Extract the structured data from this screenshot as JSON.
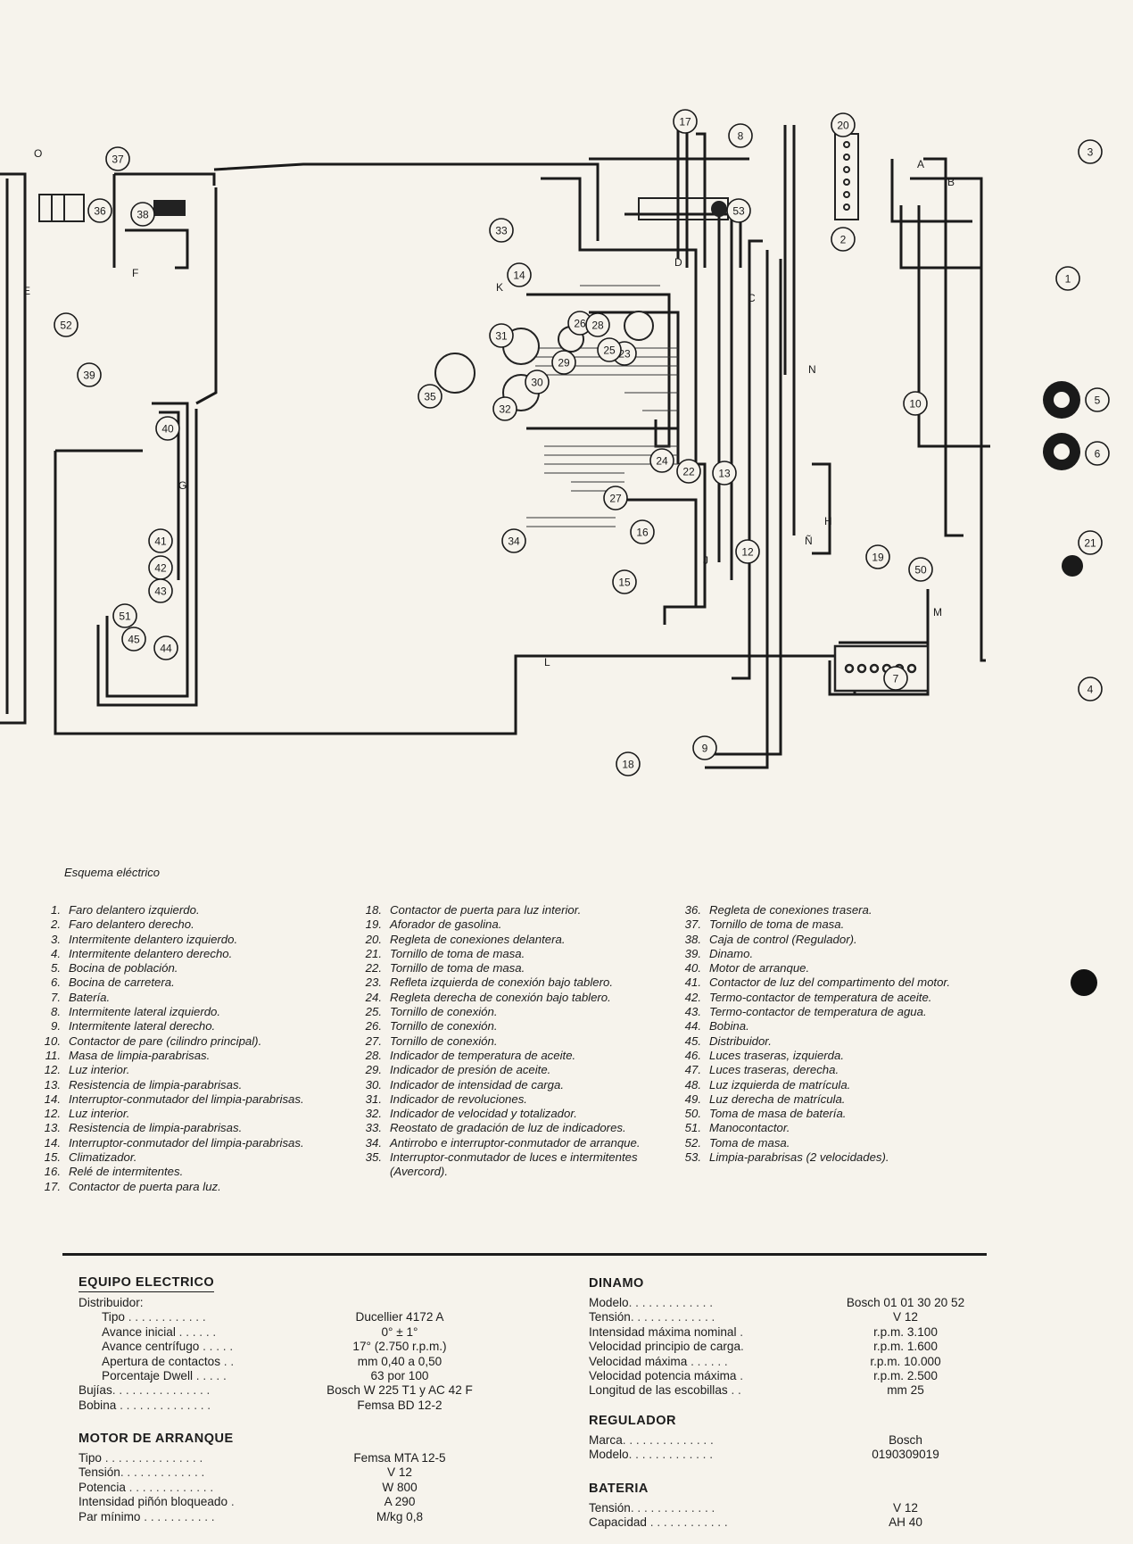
{
  "diagram": {
    "wire_letters": [
      "A",
      "B",
      "C",
      "D",
      "E",
      "F",
      "G",
      "H",
      "J",
      "K",
      "L",
      "M",
      "N",
      "Ñ",
      "O"
    ],
    "component_numbers": [
      "1",
      "2",
      "3",
      "4",
      "5",
      "6",
      "7",
      "8",
      "9",
      "10",
      "12",
      "13",
      "14",
      "15",
      "16",
      "17",
      "18",
      "19",
      "20",
      "21",
      "22",
      "23",
      "24",
      "25",
      "26",
      "27",
      "28",
      "29",
      "30",
      "31",
      "32",
      "33",
      "34",
      "35",
      "36",
      "37",
      "38",
      "39",
      "40",
      "41",
      "42",
      "43",
      "44",
      "45",
      "50",
      "51",
      "52",
      "53"
    ]
  },
  "caption": "Esquema eléctrico",
  "legend": {
    "col1": [
      {
        "num": "1.",
        "text": "Faro delantero izquierdo."
      },
      {
        "num": "2.",
        "text": "Faro delantero derecho."
      },
      {
        "num": "3.",
        "text": "Intermitente delantero izquierdo."
      },
      {
        "num": "4.",
        "text": "Intermitente delantero derecho."
      },
      {
        "num": "5.",
        "text": "Bocina de población."
      },
      {
        "num": "6.",
        "text": "Bocina de carretera."
      },
      {
        "num": "7.",
        "text": "Batería."
      },
      {
        "num": "8.",
        "text": "Intermitente lateral izquierdo."
      },
      {
        "num": "9.",
        "text": "Intermitente lateral derecho."
      },
      {
        "num": "10.",
        "text": "Contactor de pare (cilindro principal)."
      },
      {
        "num": "11.",
        "text": "Masa de limpia-parabrisas."
      },
      {
        "num": "12.",
        "text": "Luz interior."
      },
      {
        "num": "13.",
        "text": "Resistencia de limpia-parabrisas."
      },
      {
        "num": "14.",
        "text": "Interruptor-conmutador del limpia-parabrisas."
      },
      {
        "num": "12.",
        "text": "Luz interior."
      },
      {
        "num": "13.",
        "text": "Resistencia de limpia-parabrisas."
      },
      {
        "num": "14.",
        "text": "Interruptor-conmutador del limpia-parabrisas."
      },
      {
        "num": "15.",
        "text": "Climatizador."
      },
      {
        "num": "16.",
        "text": "Relé de intermitentes."
      },
      {
        "num": "17.",
        "text": "Contactor de puerta para luz."
      }
    ],
    "col2": [
      {
        "num": "18.",
        "text": "Contactor de puerta para luz interior."
      },
      {
        "num": "19.",
        "text": "Aforador de gasolina."
      },
      {
        "num": "20.",
        "text": "Regleta de conexiones delantera."
      },
      {
        "num": "21.",
        "text": "Tornillo de toma de masa."
      },
      {
        "num": "22.",
        "text": "Tornillo de toma de masa."
      },
      {
        "num": "23.",
        "text": "Refleta izquierda de conexión bajo tablero."
      },
      {
        "num": "24.",
        "text": "Regleta derecha de conexión bajo tablero."
      },
      {
        "num": "25.",
        "text": "Tornillo de conexión."
      },
      {
        "num": "26.",
        "text": "Tornillo de conexión."
      },
      {
        "num": "27.",
        "text": "Tornillo de conexión."
      },
      {
        "num": "28.",
        "text": "Indicador de temperatura de aceite."
      },
      {
        "num": "29.",
        "text": "Indicador de presión de aceite."
      },
      {
        "num": "30.",
        "text": "Indicador de intensidad de carga."
      },
      {
        "num": "31.",
        "text": "Indicador de revoluciones."
      },
      {
        "num": "32.",
        "text": "Indicador de velocidad y totalizador."
      },
      {
        "num": "33.",
        "text": "Reostato de gradación de luz de indicadores."
      },
      {
        "num": "34.",
        "text": "Antirrobo e interruptor-conmutador de arranque."
      },
      {
        "num": "35.",
        "text": "Interruptor-conmutador de luces e intermitentes (Avercord)."
      }
    ],
    "col3": [
      {
        "num": "36.",
        "text": "Regleta de conexiones trasera."
      },
      {
        "num": "37.",
        "text": "Tornillo de toma de masa."
      },
      {
        "num": "38.",
        "text": "Caja de control (Regulador)."
      },
      {
        "num": "39.",
        "text": "Dinamo."
      },
      {
        "num": "40.",
        "text": "Motor de arranque."
      },
      {
        "num": "41.",
        "text": "Contactor de luz del compartimento del motor."
      },
      {
        "num": "42.",
        "text": "Termo-contactor de temperatura de aceite."
      },
      {
        "num": "43.",
        "text": "Termo-contactor de temperatura de agua."
      },
      {
        "num": "44.",
        "text": "Bobina."
      },
      {
        "num": "45.",
        "text": "Distribuidor."
      },
      {
        "num": "46.",
        "text": "Luces traseras, izquierda."
      },
      {
        "num": "47.",
        "text": "Luces traseras, derecha."
      },
      {
        "num": "48.",
        "text": "Luz izquierda de matrícula."
      },
      {
        "num": "49.",
        "text": "Luz derecha de matrícula."
      },
      {
        "num": "50.",
        "text": "Toma de masa de batería."
      },
      {
        "num": "51.",
        "text": "Manocontactor."
      },
      {
        "num": "52.",
        "text": "Toma de masa."
      },
      {
        "num": "53.",
        "text": "Limpia-parabrisas (2 velocidades)."
      }
    ]
  },
  "specs": {
    "equipo": {
      "title": "EQUIPO ELECTRICO",
      "distribuidor": "Distribuidor:",
      "rows": [
        {
          "label": "Tipo",
          "dots": " . . . . . . . . . . . .",
          "value": "Ducellier 4172 A"
        },
        {
          "label": "Avance inicial",
          "dots": " . . . . . .",
          "value": "0° ± 1°"
        },
        {
          "label": "Avance centrífugo",
          "dots": " . . . . .",
          "value": "17° (2.750 r.p.m.)"
        },
        {
          "label": "Apertura de contactos",
          "dots": " . .",
          "value": "mm 0,40 a 0,50"
        },
        {
          "label": "Porcentaje Dwell",
          "dots": " . . . . .",
          "value": "63 por 100"
        }
      ],
      "rows2": [
        {
          "label": "Bujías",
          "dots": ". . . . . . . . . . . . . . .",
          "value": "Bosch W 225 T1 y AC 42 F"
        },
        {
          "label": "Bobina",
          "dots": " . . . . . . . . . . . . . .",
          "value": "Femsa BD 12-2"
        }
      ]
    },
    "motor": {
      "title": "MOTOR DE ARRANQUE",
      "rows": [
        {
          "label": "Tipo",
          "dots": " . . . . . . . . . . . . . . .",
          "value": "Femsa MTA 12-5"
        },
        {
          "label": "Tensión",
          "dots": ". . . . . . . . . . . . .",
          "value": "V 12"
        },
        {
          "label": "Potencia",
          "dots": " . . . . . . . . . . . . .",
          "value": "W 800"
        },
        {
          "label": "Intensidad piñón bloqueado",
          "dots": " .",
          "value": "A 290"
        },
        {
          "label": "Par mínimo",
          "dots": " . . . . . . . . . . .",
          "value": "M/kg 0,8"
        }
      ]
    },
    "dinamo": {
      "title": "DINAMO",
      "rows": [
        {
          "label": "Modelo",
          "dots": ". . . . . . . . . . . . .",
          "value": "Bosch 01 01 30 20 52"
        },
        {
          "label": "Tensión",
          "dots": ". . . . . . . . . . . . .",
          "value": "V 12"
        },
        {
          "label": "Intensidad máxima nominal",
          "dots": " .",
          "value": "r.p.m. 3.100"
        },
        {
          "label": "Velocidad principio de carga",
          "dots": ".",
          "value": "r.p.m. 1.600"
        },
        {
          "label": "Velocidad máxima",
          "dots": " . . . . . .",
          "value": "r.p.m. 10.000"
        },
        {
          "label": "Velocidad potencia máxima",
          "dots": " .",
          "value": "r.p.m. 2.500"
        },
        {
          "label": "Longitud de las escobillas",
          "dots": " . .",
          "value": "mm 25"
        }
      ]
    },
    "regulador": {
      "title": "REGULADOR",
      "rows": [
        {
          "label": "Marca",
          "dots": ". . . . . . . . . . . . . .",
          "value": "Bosch"
        },
        {
          "label": "Modelo",
          "dots": ". . . . . . . . . . . . .",
          "value": "0190309019"
        }
      ]
    },
    "bateria": {
      "title": "BATERIA",
      "rows": [
        {
          "label": "Tensión",
          "dots": ". . . . . . . . . . . . .",
          "value": "V 12"
        },
        {
          "label": "Capacidad",
          "dots": " . . . . . . . . . . . .",
          "value": "AH 40"
        }
      ]
    }
  }
}
